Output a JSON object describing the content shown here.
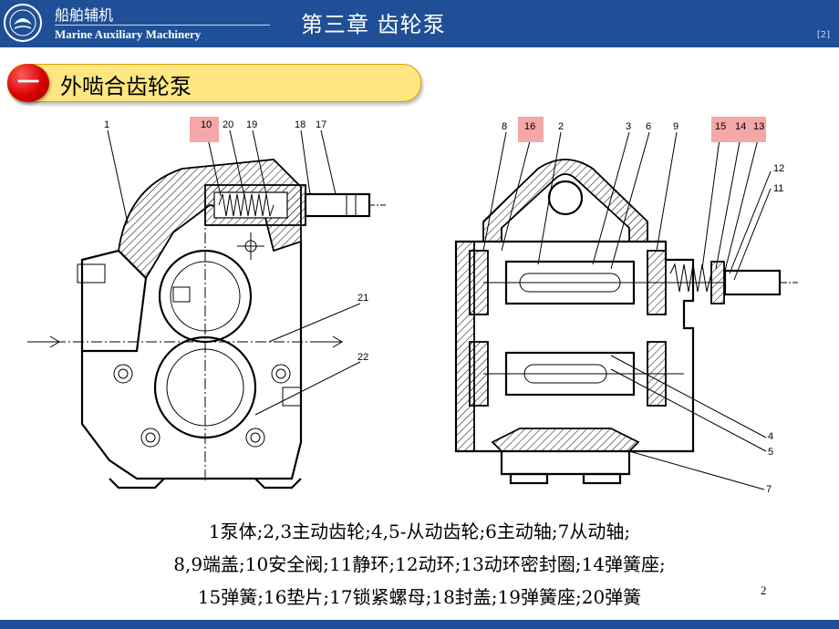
{
  "header": {
    "cn_name": "船舶辅机",
    "en_name": "Marine Auxiliary Machinery",
    "chapter": "第三章  齿轮泵",
    "page_ref": "[2]"
  },
  "section": {
    "number": "一",
    "title": "外啮合齿轮泵"
  },
  "drawing": {
    "left_labels": [
      "1",
      "10",
      "20",
      "19",
      "18",
      "17",
      "21",
      "22"
    ],
    "right_labels": [
      "8",
      "16",
      "2",
      "3",
      "6",
      "9",
      "15",
      "14",
      "13",
      "12",
      "11",
      "4",
      "5",
      "7"
    ],
    "highlighted": [
      "10",
      "16",
      "15",
      "14",
      "13"
    ],
    "highlight_color": "#f3a7a7"
  },
  "caption": {
    "line1": "1泵体;2,3主动齿轮;4,5-从动齿轮;6主动轴;7从动轴;",
    "line2": "8,9端盖;10安全阀;11静环;12动环;13动环密封圈;14弹簧座;",
    "line3": "15弹簧;16垫片;17锁紧螺母;18封盖;19弹簧座;20弹簧"
  },
  "slide_number": "2",
  "colors": {
    "header_bg": "#1f4f96",
    "pill_bg": "#ffe680",
    "badge_red": "#d80000"
  }
}
